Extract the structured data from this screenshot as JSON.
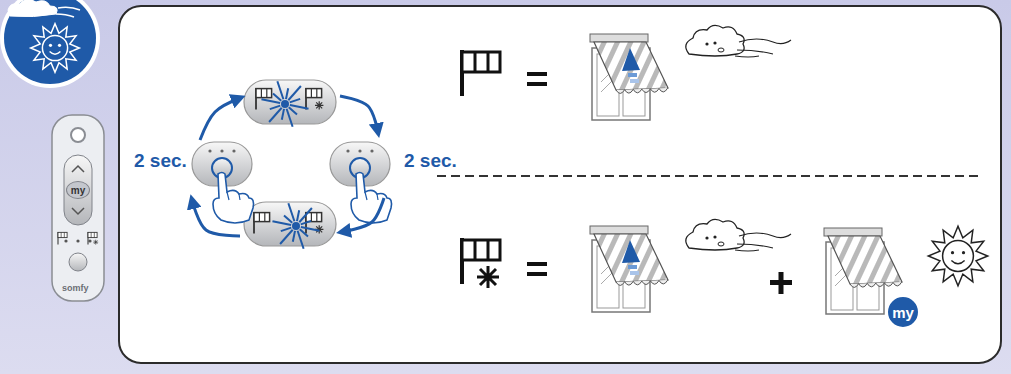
{
  "diagram": {
    "nodes": [
      {
        "text": [
          "my"
        ]
      },
      {
        "text": [
          "my"
        ]
      }
    ],
    "labels": [
      "2 sec.",
      "2 sec.",
      "somfy"
    ]
  }
}
